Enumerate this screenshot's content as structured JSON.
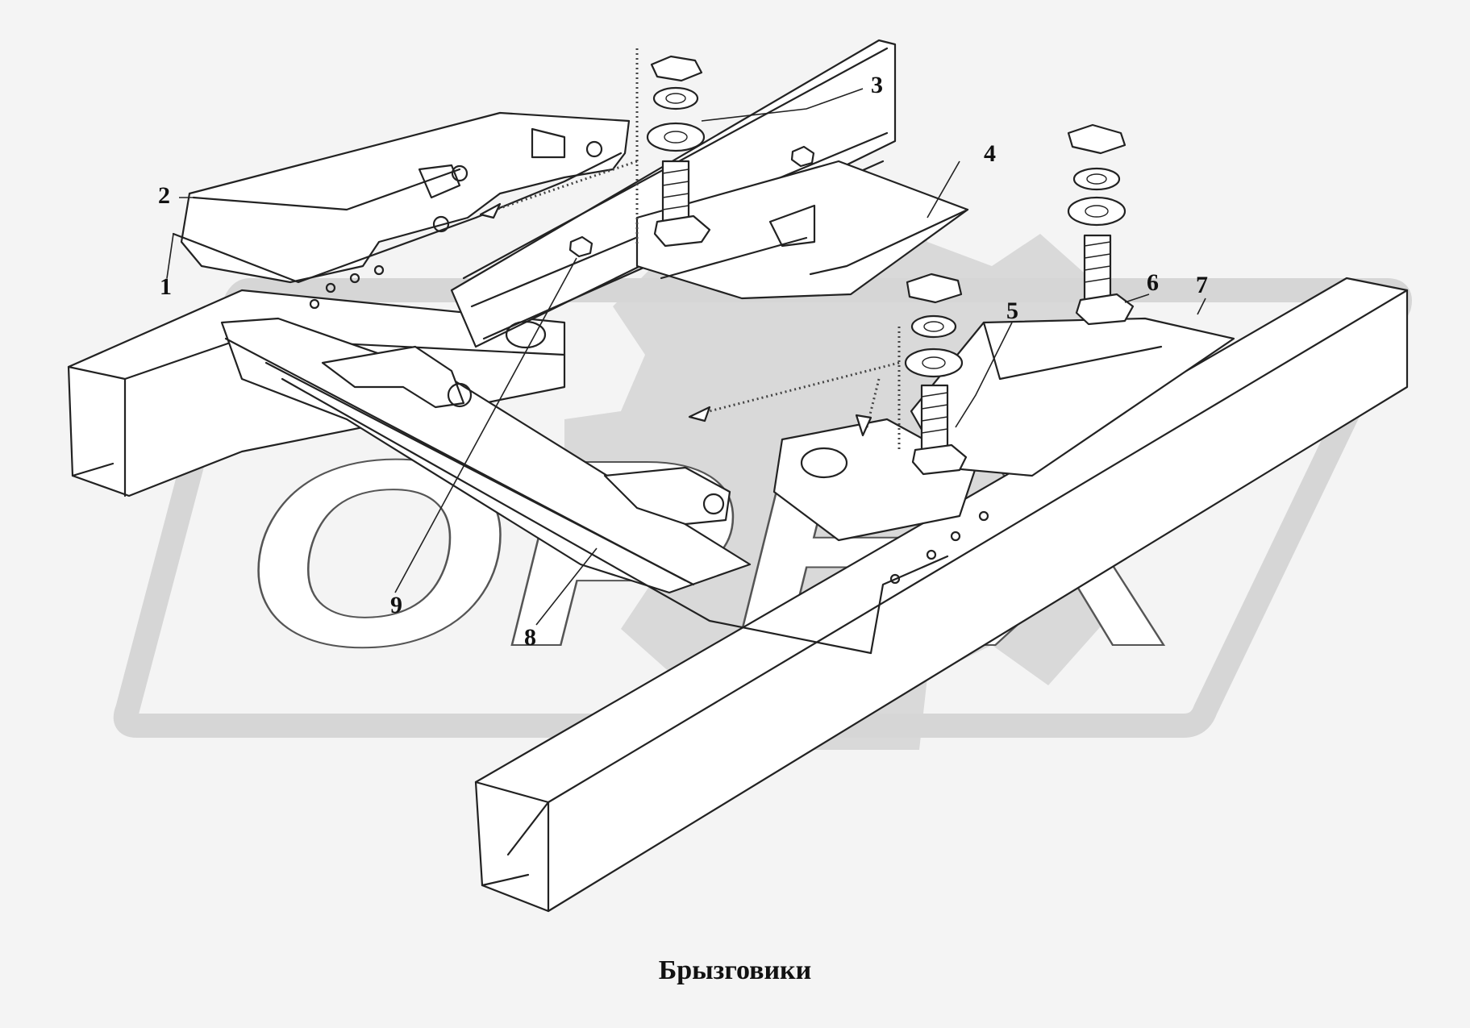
{
  "caption": "Брызговики",
  "watermark": {
    "text": "OPEX",
    "color": "#d6d6d6"
  },
  "callouts": [
    {
      "id": "1",
      "label": "1"
    },
    {
      "id": "2",
      "label": "2"
    },
    {
      "id": "3",
      "label": "3"
    },
    {
      "id": "4",
      "label": "4"
    },
    {
      "id": "5",
      "label": "5"
    },
    {
      "id": "6",
      "label": "6"
    },
    {
      "id": "7",
      "label": "7"
    },
    {
      "id": "8",
      "label": "8"
    },
    {
      "id": "9",
      "label": "9"
    }
  ],
  "colors": {
    "background": "#f4f4f4",
    "ink": "#222222",
    "watermark": "#d6d6d6"
  }
}
